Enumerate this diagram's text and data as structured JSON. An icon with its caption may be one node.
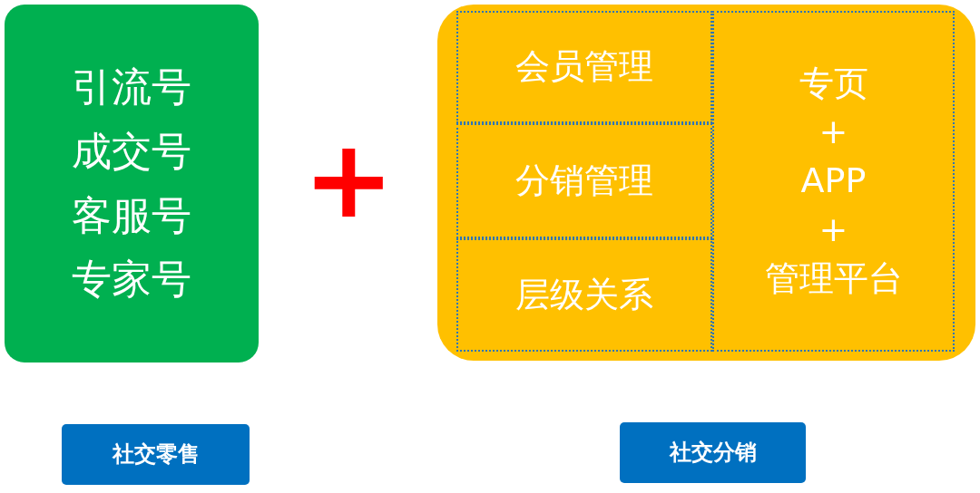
{
  "diagram": {
    "nodes": [
      {
        "text": [
          "引流号",
          "成交号",
          "客服号",
          "专家号"
        ]
      },
      {
        "text": [],
        "shape": "box"
      },
      {
        "text": [
          "会员管理"
        ],
        "in": 1
      },
      {
        "text": [
          "分销管理"
        ],
        "in": 1
      },
      {
        "text": [
          "层级关系"
        ],
        "in": 1
      },
      {
        "text": [
          "专页",
          "+",
          "APP",
          "+",
          "管理平台"
        ],
        "in": 1
      },
      {
        "text": [
          "社交零售"
        ]
      },
      {
        "text": [
          "社交分销"
        ]
      }
    ],
    "labels": [
      "+"
    ]
  }
}
